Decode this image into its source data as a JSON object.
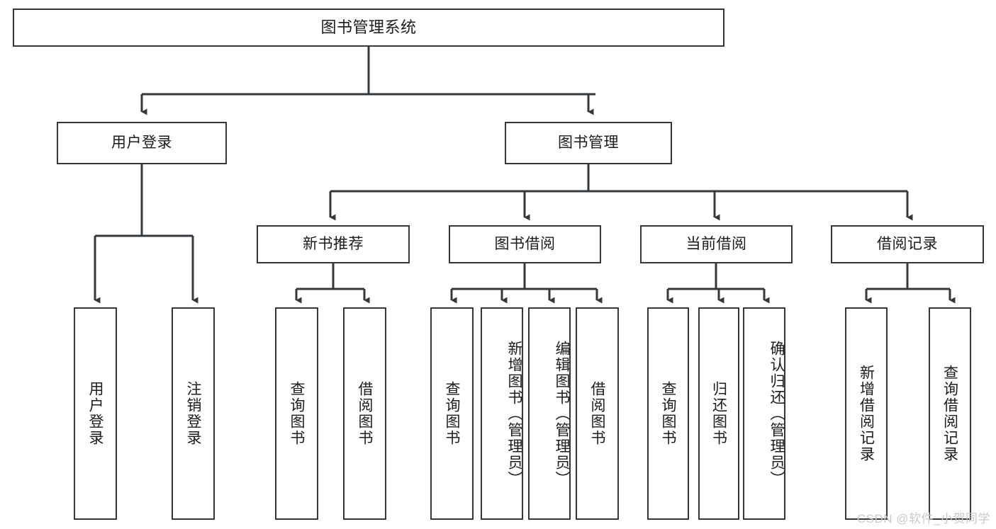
{
  "diagram": {
    "title": "图书管理系统",
    "type": "functional-structure-tree",
    "watermark": "CSDN @软件_小贺同学",
    "colors": {
      "border": "#33383c",
      "text": "#1b1b1b",
      "background": "#ffffff",
      "watermark": "#c9c9c9"
    },
    "levels": {
      "root": {
        "label": "图书管理系统"
      },
      "level2": [
        {
          "label": "用户登录"
        },
        {
          "label": "图书管理"
        }
      ],
      "level3": [
        {
          "label": "新书推荐"
        },
        {
          "label": "图书借阅"
        },
        {
          "label": "当前借阅"
        },
        {
          "label": "借阅记录"
        }
      ],
      "leaves": {
        "user_login": [
          {
            "label": "用户登录"
          },
          {
            "label": "注销登录"
          }
        ],
        "new_book_recommend": [
          {
            "label": "查询图书"
          },
          {
            "label": "借阅图书"
          }
        ],
        "book_borrow": [
          {
            "label": "查询图书"
          },
          {
            "label": "新增图书（管理员）"
          },
          {
            "label": "编辑图书（管理员）"
          },
          {
            "label": "借阅图书"
          }
        ],
        "current_borrow": [
          {
            "label": "查询图书"
          },
          {
            "label": "归还图书"
          },
          {
            "label": "确认归还（管理员）"
          }
        ],
        "borrow_records": [
          {
            "label": "新增借阅记录"
          },
          {
            "label": "查询借阅记录"
          }
        ]
      }
    }
  }
}
